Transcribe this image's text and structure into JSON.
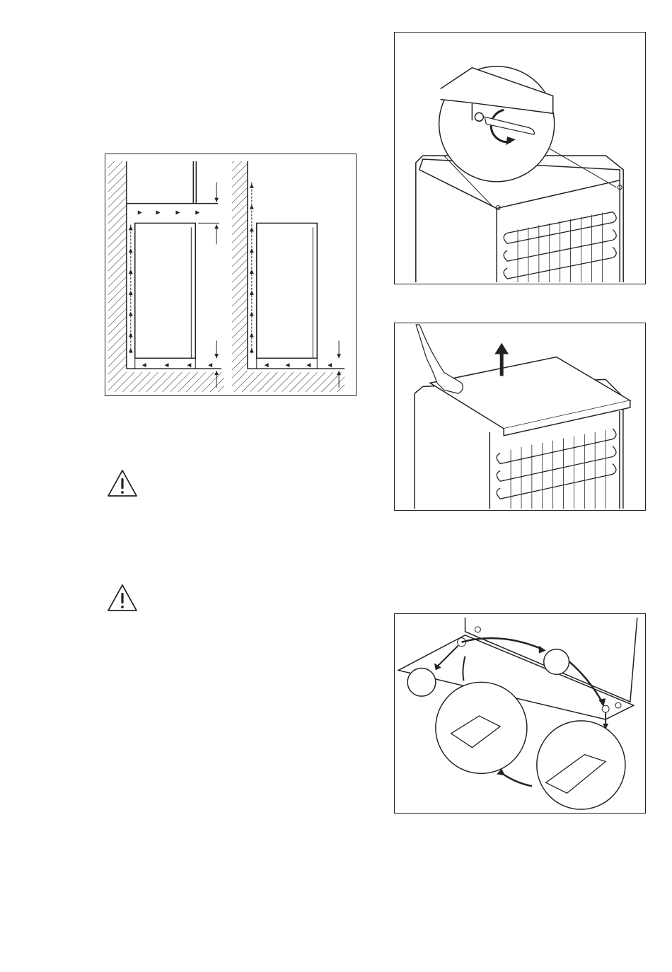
{
  "page": {
    "figures": [
      {
        "name": "ventilation-clearance-diagram"
      },
      {
        "name": "unscrew-top-cover-screws-illustration"
      },
      {
        "name": "lift-off-top-cover-illustration"
      },
      {
        "name": "door-hinge-reversal-illustration"
      }
    ],
    "warnings": [
      {
        "icon": "warning-triangle-icon"
      },
      {
        "icon": "warning-triangle-icon"
      }
    ]
  }
}
